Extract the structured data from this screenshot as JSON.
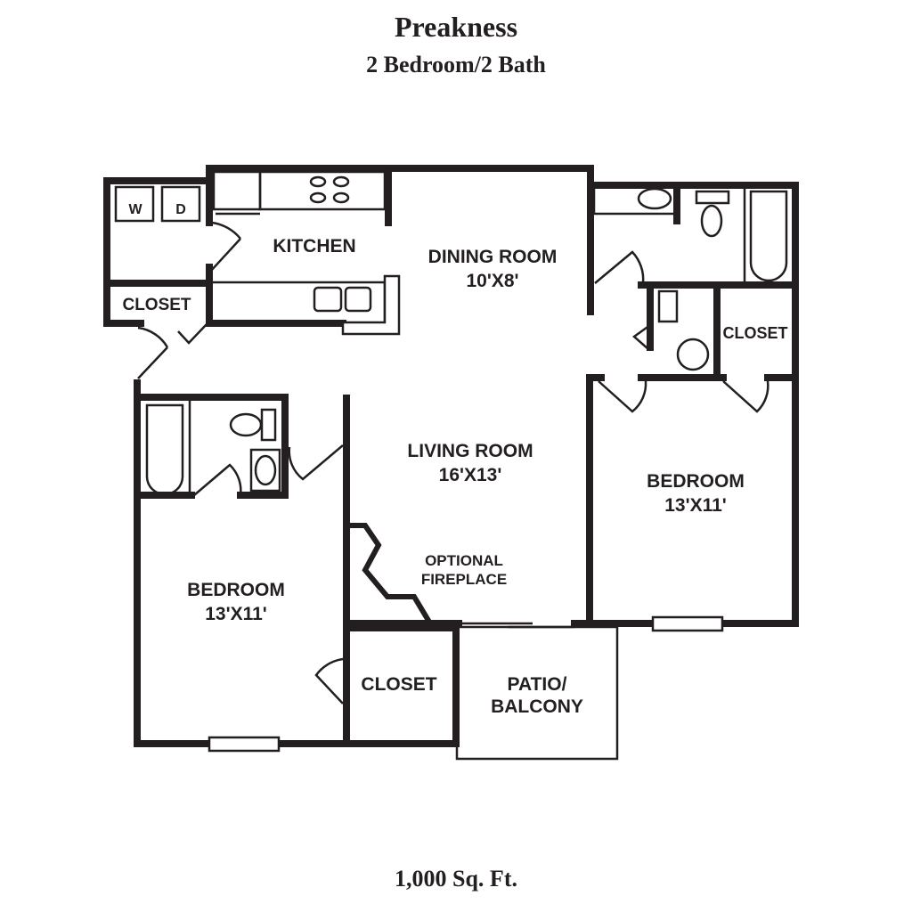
{
  "header": {
    "title": "Preakness",
    "subtitle": "2 Bedroom/2 Bath"
  },
  "footer": {
    "area": "1,000 Sq. Ft."
  },
  "rooms": {
    "washer": "W",
    "dryer": "D",
    "kitchen": "KITCHEN",
    "closet_laundry": "CLOSET",
    "dining": {
      "name": "DINING ROOM",
      "size": "10'X8'"
    },
    "living": {
      "name": "LIVING ROOM",
      "size": "16'X13'"
    },
    "fireplace": {
      "line1": "OPTIONAL",
      "line2": "FIREPLACE"
    },
    "bedroom_right": {
      "name": "BEDROOM",
      "size": "13'X11'"
    },
    "closet_right": "CLOSET",
    "bedroom_left": {
      "name": "BEDROOM",
      "size": "13'X11'"
    },
    "closet_left": "CLOSET",
    "patio": {
      "line1": "PATIO/",
      "line2": "BALCONY"
    }
  },
  "colors": {
    "ink": "#231f20",
    "background": "#ffffff"
  }
}
